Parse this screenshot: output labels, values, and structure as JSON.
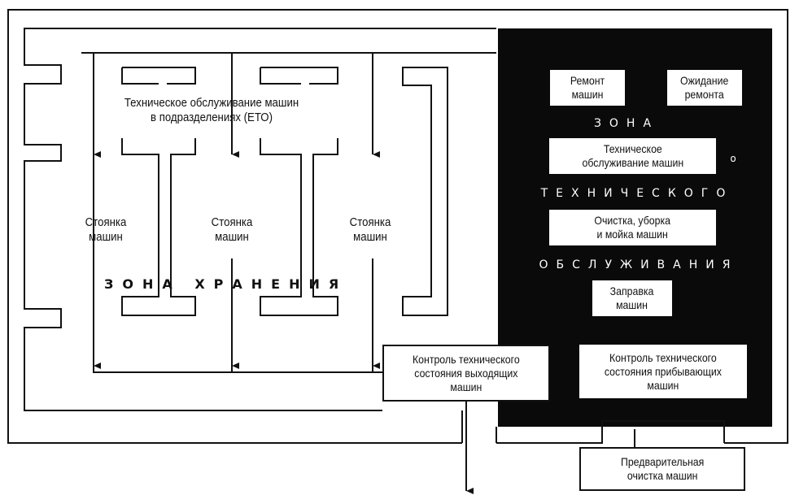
{
  "storage": {
    "eto_title": "Техническое обслуживание машин\nв подразделениях (ЕТО)",
    "parking_label": "Стоянка\nмашин",
    "zone_title": "ЗОНА ХРАНЕНИЯ"
  },
  "maintenance": {
    "zone_word_1": "ЗОНА",
    "zone_word_2": "ТЕХНИЧЕСКОГО",
    "zone_word_3": "ОБСЛУЖИВАНИЯ",
    "repair": "Ремонт\nмашин",
    "waiting": "Ожидание\nремонта",
    "service": "Техническое\nобслуживание машин",
    "cleaning": "Очистка, уборка\nи мойка машин",
    "fueling": "Заправка\nмашин",
    "mark": "о"
  },
  "control": {
    "outgoing": "Контроль технического\nсостояния выходящих\nмашин",
    "incoming": "Контроль технического\nсостояния прибывающих\nмашин"
  },
  "precleaning": "Предварительная\nочистка машин",
  "colors": {
    "ink": "#111111",
    "zone_fill": "#0a0a0a",
    "paper": "#ffffff"
  }
}
